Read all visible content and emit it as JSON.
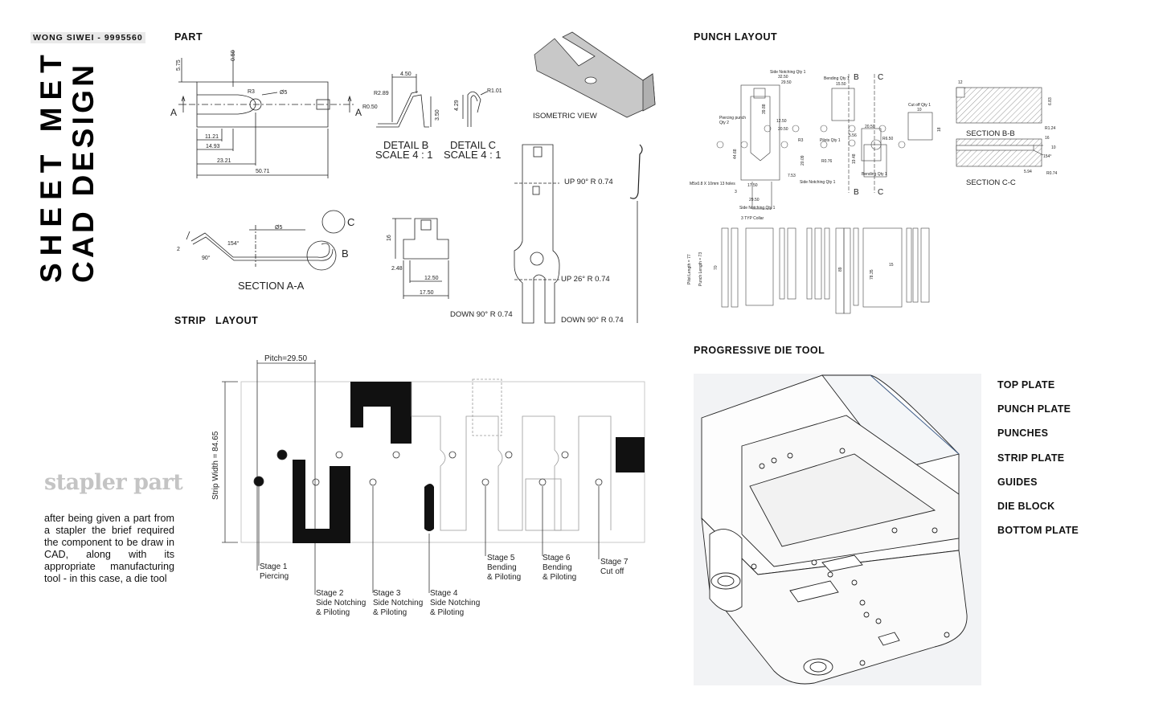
{
  "author": "WONG SIWEI - 9995560",
  "title": {
    "line1": "SHEET METAL",
    "line2": "CAD DESIGN"
  },
  "sections": {
    "part": "PART",
    "strip": "STRIP LAYOUT",
    "punch": "PUNCH LAYOUT",
    "progressive": "PROGRESSIVE DIE TOOL"
  },
  "subtitle": "stapler part",
  "description": "after being given a part from a stapler the brief required the component to be draw in CAD, along with its appropriate manufacturing tool - in this case, a die tool",
  "part_drawing": {
    "dims": {
      "d575": "5.75",
      "d050": "0.50",
      "r3": "R3",
      "phi5": "Ø5",
      "d1121": "11.21",
      "d1493": "14.93",
      "d2321": "23.21",
      "d5071": "50.71",
      "a": "A",
      "b": "B",
      "c": "C"
    },
    "detail_b": {
      "title": "DETAIL B",
      "scale": "SCALE 4 : 1",
      "d450": "4.50",
      "r289": "R2.89",
      "r050": "R0.50",
      "d350": "3.50"
    },
    "detail_c": {
      "title": "DETAIL C",
      "scale": "SCALE 4 : 1",
      "r101": "R1.01",
      "d429": "4.29"
    },
    "isometric": "ISOMETRIC VIEW",
    "section_aa": {
      "title": "SECTION A-A",
      "a154": "154°",
      "a90": "90°",
      "d2": "2",
      "phi5": "Ø5"
    },
    "front": {
      "d16": "16",
      "d248": "2.48",
      "d1250": "12.50",
      "d1750": "17.50"
    },
    "flat": {
      "up90": "UP  90°  R 0.74",
      "up26": "UP  26°  R 0.74",
      "down90a": "DOWN  90°  R 0.74",
      "down90b": "DOWN  90°  R 0.74"
    }
  },
  "strip_layout": {
    "pitch": "Pitch=29.50",
    "width": "Strip Width = 84.65",
    "stages": [
      {
        "l1": "Stage 1",
        "l2": "Piercing",
        "l3": ""
      },
      {
        "l1": "Stage 2",
        "l2": "Side Notching",
        "l3": "& Piloting"
      },
      {
        "l1": "Stage 3",
        "l2": "Side Notching",
        "l3": "& Piloting"
      },
      {
        "l1": "Stage 4",
        "l2": "Side Notching",
        "l3": "& Piloting"
      },
      {
        "l1": "Stage 5",
        "l2": "Bending",
        "l3": "& Piloting"
      },
      {
        "l1": "Stage 6",
        "l2": "Bending",
        "l3": "& Piloting"
      },
      {
        "l1": "Stage 7",
        "l2": "Cut off",
        "l3": ""
      }
    ]
  },
  "punch_layout": {
    "side_notch_1": "Side Notching Qty 1",
    "d3250": "32.50",
    "d2950": "29.50",
    "bending_1": "Bending Qty 1",
    "d1550": "15.50",
    "piercing": "Piercing punch",
    "piercing_qty": "Qty 2",
    "d3988": "39.88",
    "d1250": "12.50",
    "d2050": "20.50",
    "r3": "R3",
    "pilot": "Pilots Qty 1",
    "cutoff": "Cut off Qty 1",
    "d10": "10",
    "d18": "18",
    "r650": "R6.50",
    "d4468": "44.68",
    "d1948": "19.48",
    "d556": "5.56",
    "d2050b": "20.50",
    "d2009": "20.09",
    "r076": "R0.76",
    "d753": "7.53",
    "d1750": "17.50",
    "d3": "3",
    "d2950b": "29.50",
    "holes": "M5x0.8 X 10mm 13 holes",
    "side_notch_2": "Side Notching Qty 1",
    "side_notch_3": "Side Notching Qty 1",
    "bending_2": "Bending Qty 1",
    "b": "B",
    "c": "C",
    "collar": "3 TYP Collar",
    "pilot_length": "Pilot Length = 77",
    "punch_length": "Punch Length = 73",
    "d70": "70",
    "d89": "89",
    "d7835": "78.35",
    "d15": "15",
    "section_bb": "SECTION B-B",
    "section_cc": "SECTION C-C",
    "d12": "12",
    "d683": "6.83",
    "r124": "R1.24",
    "d16": "16",
    "d10b": "10",
    "a154": "154°",
    "d594": "5.94",
    "r074": "R0.74"
  },
  "legend": [
    "TOP PLATE",
    "PUNCH PLATE",
    "PUNCHES",
    "STRIP PLATE",
    "GUIDES",
    "DIE BLOCK",
    "BOTTOM PLATE"
  ]
}
